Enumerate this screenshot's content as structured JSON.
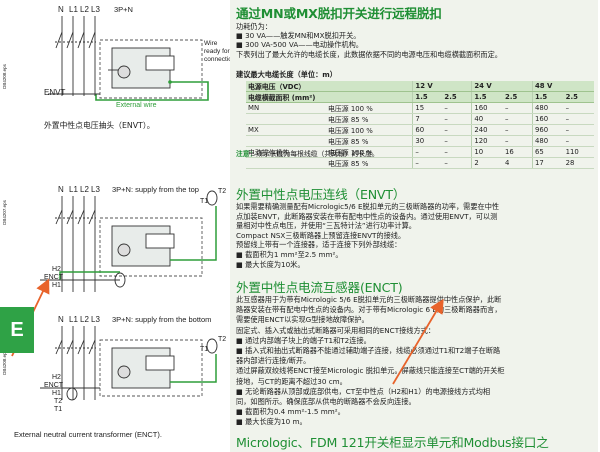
{
  "left": {
    "diagram1": {
      "poles": [
        "N",
        "L1",
        "L2",
        "L3"
      ],
      "mode": "3P+N",
      "wire_note": [
        "Wire",
        "ready for",
        "connection"
      ],
      "envt_label": "ENVT",
      "external_wire": "External wire",
      "code": "DB4208.eps",
      "caption": "外置中性点电压抽头（ENVT）。"
    },
    "diagram2": {
      "poles": [
        "N",
        "L1",
        "L2",
        "L3"
      ],
      "mode": "3P+N: supply from the top",
      "t_labels": [
        "T1",
        "T2"
      ],
      "side_labels": [
        "H2",
        "ENCT",
        "H1"
      ],
      "code": "DB4207.eps"
    },
    "diagram3": {
      "poles": [
        "N",
        "L1",
        "L2",
        "L3"
      ],
      "mode": "3P+N: supply from the bottom",
      "t_labels": [
        "T1",
        "T2"
      ],
      "side_labels": [
        "H2",
        "ENCT",
        "H1"
      ],
      "bottom_t": [
        "T2",
        "T1"
      ],
      "code": "DB4208.eps",
      "caption": "External neutral current transformer (ENCT)."
    },
    "tab_letter": "E"
  },
  "right": {
    "section1": {
      "title": "通过MN或MX脱扣开关进行远程脱扣",
      "subtitle": "功耗仍为：",
      "bullets": [
        "■ 30 VA——触发MN和MX脱扣开关。",
        "■ 300 VA-500 VA——电动操作机构。"
      ],
      "para": [
        "下表列出了最大允许的电缆长度，此数据依据不同的电源电压和电缆横截面积而定。"
      ],
      "table_title": "建议最大电缆长度（单位：m）",
      "table": {
        "head1": [
          "电源电压（VDC）",
          "12 V",
          "24 V",
          "48 V"
        ],
        "head2": [
          "电缆横截面积 (mm²)",
          "1.5",
          "2.5",
          "1.5",
          "2.5",
          "1.5",
          "2.5"
        ],
        "rows": [
          [
            "MN",
            "电压源 100 %",
            "15",
            "–",
            "160",
            "–",
            "480",
            "–"
          ],
          [
            "",
            "电压源 85 %",
            "7",
            "–",
            "40",
            "–",
            "160",
            "–"
          ],
          [
            "MX",
            "电压源 100 %",
            "60",
            "–",
            "240",
            "–",
            "960",
            "–"
          ],
          [
            "",
            "电压源 85 %",
            "30",
            "–",
            "120",
            "–",
            "480",
            "–"
          ],
          [
            "电动操作机构",
            "电压源 100 %",
            "–",
            "–",
            "10",
            "16",
            "65",
            "110"
          ],
          [
            "",
            "电压源 85 %",
            "–",
            "–",
            "2",
            "4",
            "17",
            "28"
          ]
        ]
      },
      "note_prefix": "注意：",
      "note_text": "所示长度为每根线缆（共两根）的长度。"
    },
    "section2": {
      "title": "外置中性点电压连线（ENVT）",
      "lines": [
        "如果需要精确测量配有Micrologic5/6 E脱扣单元的三极断路器的功率，需要在中性",
        "点加装ENVT，此断路器安装在带有配电中性点的设备内。通过使用ENVT，可以测",
        "量相对中性点电压，并使用“三瓦特计法”进行功率计算。",
        "Compact NSX三极断路器上预留连接ENVT的接线。",
        "预留线上带有一个连接器，适于连接下列外部线缆：",
        "■ 截面积为1 mm²至2.5 mm²。",
        "■ 最大长度为10米。"
      ]
    },
    "section3": {
      "title": "外置中性点电流互感器(ENCT)",
      "lines": [
        "此互感器用于为带有Micrologic 5/6 E脱扣单元的三极断路器提供中性点保护，此断",
        "路器安装在带有配电中性点的设备内。对于带有Micrologic 6 E的三极断路器而言，",
        "需要使用ENCT以实现G型接地故障保护。",
        "固定式、插入式或抽出式断路器可采用相同的ENCT接线方式：",
        "■ 通过内部端子块上的端子T1和T2连接。",
        "■ 插入式和抽出式断路器不能通过辅助端子连接，线缆必须通过T1和T2端子在断路",
        "器内部进行连接/断开。",
        "通过屏蔽双绞线将ENCT接至Micrologic 脱扣单元。屏蔽线只能连接至CT端的开关柜",
        "接地，与CT的距离不超过30 cm。",
        "■ 无论断路器从顶部或底部供电，CT至中性点（H2和H1）的电源接线方式均相",
        "同，如图所示。确保底部从供电的断路器不会反向连接。",
        "■ 截面积为0.4 mm²-1.5 mm²。",
        "■ 最大长度为10 m。"
      ]
    },
    "section4": {
      "title": "Micrologic、FDM 121开关柜显示单元和Modbus接口之"
    }
  },
  "colors": {
    "green_title": "#1f8f34",
    "wire_green": "#2f9e3a",
    "tab_green": "#2fa246",
    "arrow": "#e8632b",
    "right_bg": "#f0f3ec"
  }
}
